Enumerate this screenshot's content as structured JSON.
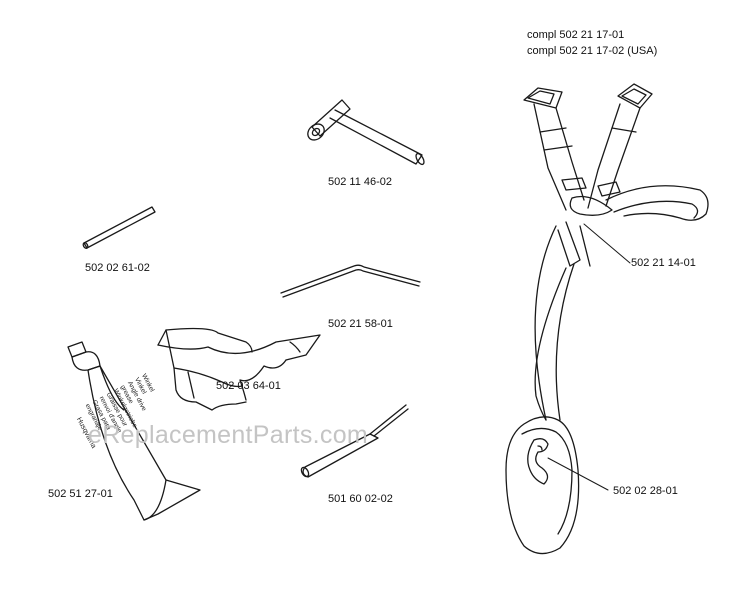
{
  "assembly": {
    "line1": "compl 502 21 17-01",
    "line2": "compl 502 21 17-02 (USA)"
  },
  "parts": {
    "wrench": "502 11 46-02",
    "rod": "502 02 61-02",
    "bent_wire": "502 21 58-01",
    "hip_pad": "502 03 64-01",
    "grease_tube": "502 51 27-01",
    "file": "501 60 02-02",
    "harness_hook": "502 21 14-01",
    "harness_pad": "502 02 28-01"
  },
  "tube_text": {
    "lines": [
      "Winkel",
      "Vinkel",
      "Angle drive",
      "grease",
      "Winkelgetriebe",
      "Graisse pour",
      "renvoi d'angle",
      "Grasa para",
      "engranaje"
    ],
    "brand": "Husqvarna"
  },
  "watermark": "eReplacementParts.com"
}
